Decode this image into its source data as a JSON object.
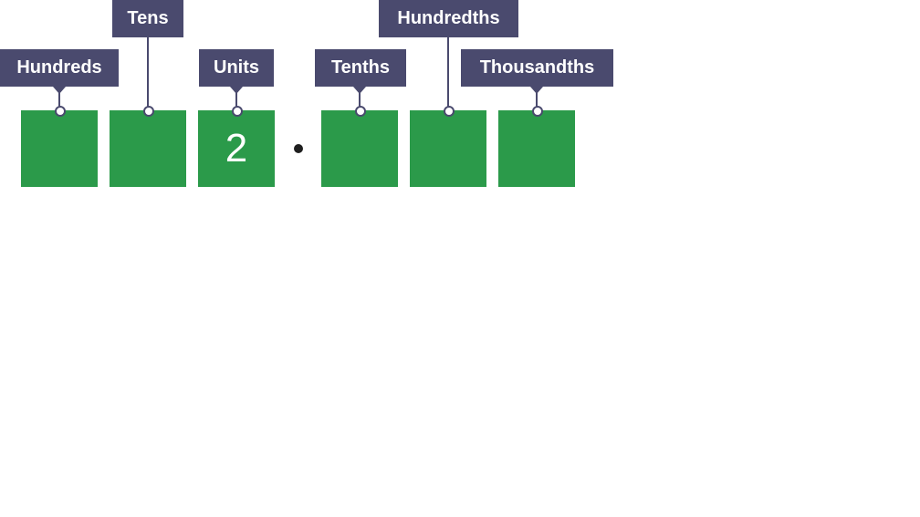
{
  "place_values": [
    {
      "label": "Hundreds",
      "digit": ""
    },
    {
      "label": "Tens",
      "digit": ""
    },
    {
      "label": "Units",
      "digit": "2"
    },
    {
      "label": "Tenths",
      "digit": ""
    },
    {
      "label": "Hundredths",
      "digit": ""
    },
    {
      "label": "Thousandths",
      "digit": ""
    }
  ],
  "colors": {
    "tile": "#2b9a4a",
    "label_bg": "#4a4a6e",
    "label_text": "#ffffff"
  }
}
